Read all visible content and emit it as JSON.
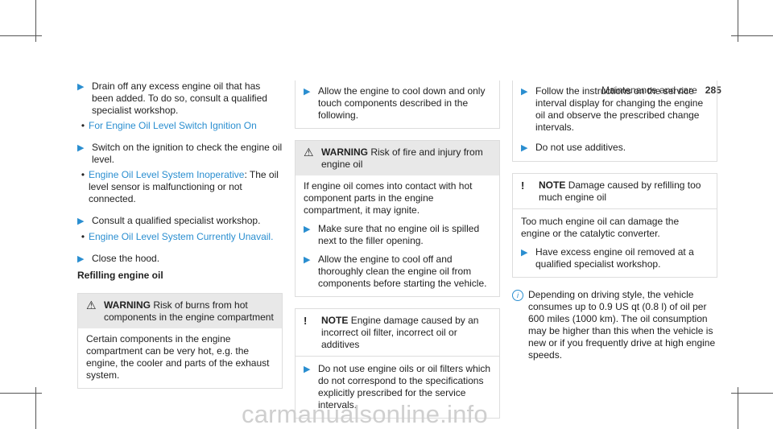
{
  "header": {
    "section": "Maintenance and care",
    "page": "285"
  },
  "col1": {
    "step1": "Drain off any excess engine oil that has been added. To do so, consult a qualified specialist workshop.",
    "link1": "For Engine Oil Level Switch Ignition On",
    "step2": "Switch on the ignition to check the engine oil level.",
    "link2": "Engine Oil Level System Inoperative",
    "link2_rest": ": The oil level sensor is malfunctioning or not connected.",
    "step3": "Consult a qualified specialist workshop.",
    "link3": "Engine Oil Level System Currently Unavail.",
    "step4": "Close the hood.",
    "heading": "Refilling engine oil",
    "warning_label": "WARNING",
    "warning_title": "Risk of burns from hot components in the engine compartment",
    "warning_body": "Certain components in the engine compartment can be very hot, e.g. the engine, the cooler and parts of the exhaust system."
  },
  "col2": {
    "step1": "Allow the engine to cool down and only touch components described in the following.",
    "warning_label": "WARNING",
    "warning_title": "Risk of fire and injury from engine oil",
    "warning_body": "If engine oil comes into contact with hot component parts in the engine compartment, it may ignite.",
    "warning_step1": "Make sure that no engine oil is spilled next to the filler opening.",
    "warning_step2": "Allow the engine to cool off and thoroughly clean the engine oil from components before starting the vehicle.",
    "note_label": "NOTE",
    "note_title": "Engine damage caused by an incorrect oil filter, incorrect oil or additives",
    "note_step1": "Do not use engine oils or oil filters which do not correspond to the specifications explicitly prescribed for the service intervals."
  },
  "col3": {
    "step1": "Follow the instructions on the service interval display for changing the engine oil and observe the prescribed change intervals.",
    "step2": "Do not use additives.",
    "note_label": "NOTE",
    "note_title": "Damage caused by refilling too much engine oil",
    "note_body": "Too much engine oil can damage the engine or the catalytic converter.",
    "note_step1": "Have excess engine oil removed at a qualified specialist workshop.",
    "info": "Depending on driving style, the vehicle consumes up to 0.9 US qt (0.8 l) of oil per 600 miles (1000 km). The oil consumption may be higher than this when the vehicle is new or if you frequently drive at high engine speeds."
  },
  "watermark": "carmanualsonline.info"
}
